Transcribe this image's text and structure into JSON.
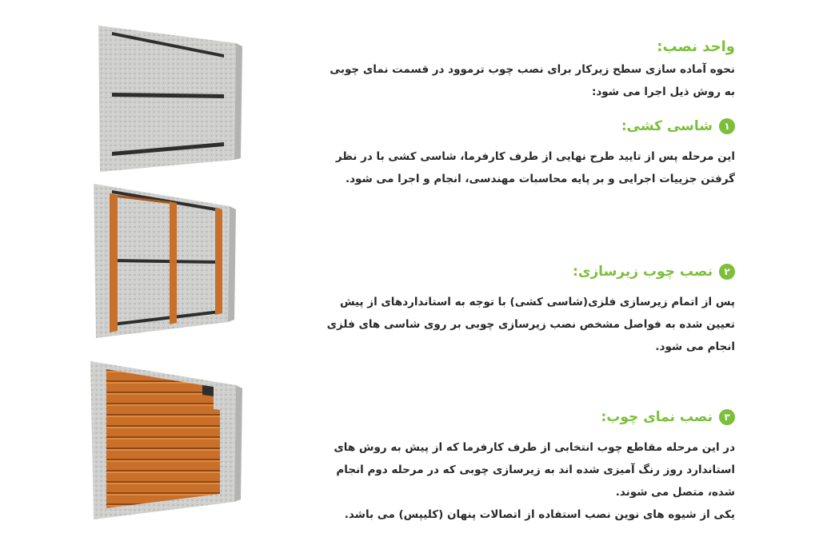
{
  "intro": {
    "title": "واحد نصب:",
    "body": "نحوه آماده سازی سطح زیرکار برای نصب چوب ترموود در قسمت نمای چوبی به روش ذیل اجرا می شود:"
  },
  "sections": [
    {
      "number": "١",
      "title": "شاسی کشی:",
      "body": "این مرحله پس از تایید طرح نهایی از طرف کارفرما، شاسی کشی با در نظر گرفتن جزییات اجرایی و بر پایه محاسبات مهندسی، انجام و اجرا می شود."
    },
    {
      "number": "٢",
      "title": "نصب چوب زیرسازی:",
      "body": "پس از اتمام زیرسازی فلزی(شاسی کشی) با توجه به استانداردهای از پیش تعیین شده به فواصل مشخص نصب زیرسازی چوبی بر روی شاسی های فلزی انجام می شود."
    },
    {
      "number": "٣",
      "title": "نصب نمای چوب:",
      "body": "در این مرحله مقاطع چوب انتخابی از طرف کارفرما که از پیش به روش های استاندارد روز رنگ آمیزی شده اند به زیرسازی چوبی که در مرحله دوم انجام شده، متصل می شوند.",
      "body2": "یکی از شیوه های نوین نصب استفاده از اتصالات پنهان (کلیپس) می باشد."
    }
  ],
  "colors": {
    "accent": "#7cbf3a",
    "text": "#2a2a2a",
    "concrete": "#c9c9c7",
    "steel": "#2e2e2e",
    "wood": "#c8702a"
  }
}
